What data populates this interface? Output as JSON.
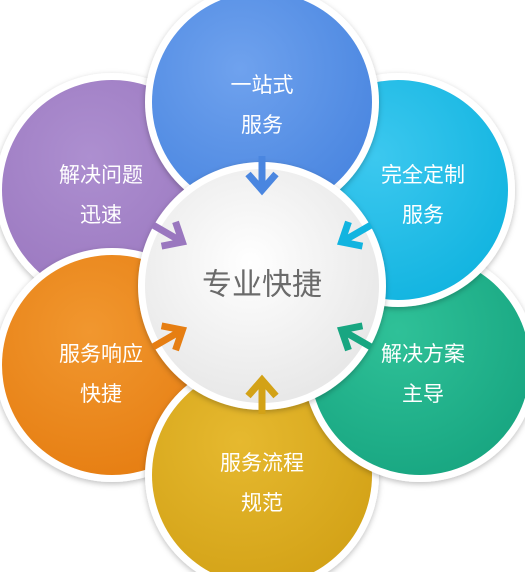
{
  "center": {
    "label": "专业快捷",
    "fill": "#f4f4f4",
    "text_color": "#6b6b6b"
  },
  "petals": [
    {
      "id": "one-stop",
      "lines": [
        "一站式",
        "服务"
      ],
      "color": "#4a86e0",
      "color_light": "#6fa2ee"
    },
    {
      "id": "custom",
      "lines": [
        "完全定制",
        "服务"
      ],
      "color": "#12b4e0",
      "color_light": "#3cc8ef"
    },
    {
      "id": "solutions",
      "lines": [
        "解决方案",
        "主导"
      ],
      "color": "#18a681",
      "color_light": "#2fc198"
    },
    {
      "id": "process",
      "lines": [
        "服务流程",
        "规范"
      ],
      "color": "#d3a217",
      "color_light": "#e6b92f"
    },
    {
      "id": "response",
      "lines": [
        "服务响应",
        "快捷"
      ],
      "color": "#e67e12",
      "color_light": "#f1972f"
    },
    {
      "id": "resolve",
      "lines": [
        "解决问题",
        "迅速"
      ],
      "color": "#9a77bf",
      "color_light": "#ad8fd0"
    }
  ],
  "arrow_color_note": "each arrow uses its petal color"
}
